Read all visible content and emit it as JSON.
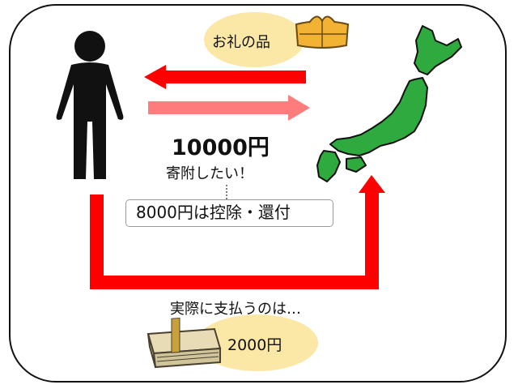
{
  "labels": {
    "gift": "お礼の品",
    "donation_amount": "10000円",
    "donation_text": "寄附したい！",
    "deduction": "8000円は控除・還付",
    "actual_payment": "実際に支払うのは…",
    "net_cost": "2000円"
  },
  "colors": {
    "red_arrow": "#ff0000",
    "pink_arrow": "#ff7c7c",
    "ellipse_fill": "#fbe7a6",
    "map_green": "#2eaa3e",
    "person": "#111111",
    "gift_box": "#f2b233"
  },
  "icons": [
    "person-icon",
    "japan-map-icon",
    "gift-box-icon",
    "money-stack-icon"
  ]
}
